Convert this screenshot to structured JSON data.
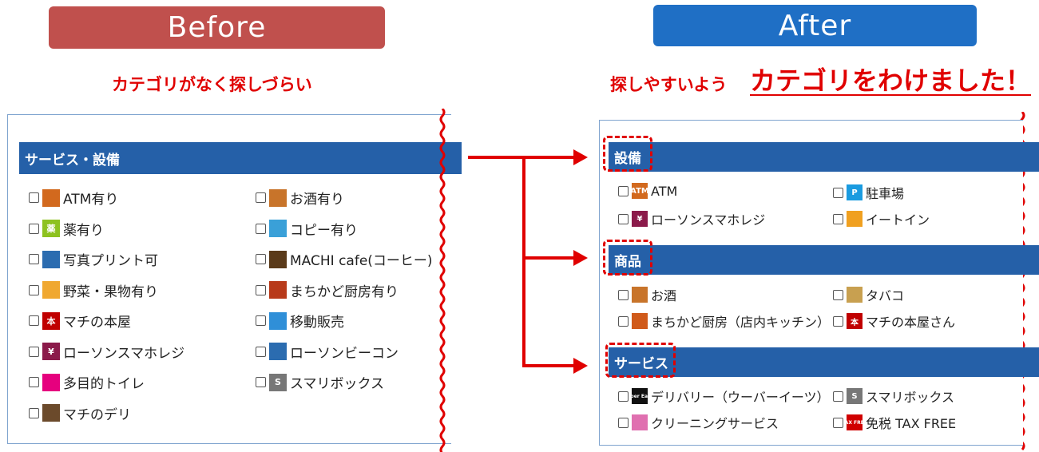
{
  "before": {
    "badge": "Before",
    "caption": "カテゴリがなく探しづらい",
    "section_title": "サービス・設備",
    "left_items": [
      {
        "label": "ATM有り",
        "icon": "atm-icon",
        "bg": "#d2691e"
      },
      {
        "label": "薬有り",
        "icon": "medicine-icon",
        "glyph": "薬",
        "bg": "#8dc21f"
      },
      {
        "label": "写真プリント可",
        "icon": "photo-print-icon",
        "bg": "#2b6cb0"
      },
      {
        "label": "野菜・果物有り",
        "icon": "vegetable-icon",
        "bg": "#f0a830"
      },
      {
        "label": "マチの本屋",
        "icon": "bookstore-icon",
        "glyph": "本",
        "bg": "#c00000"
      },
      {
        "label": "ローソンスマホレジ",
        "icon": "smartphone-register-icon",
        "glyph": "¥",
        "bg": "#8b1a4a"
      },
      {
        "label": "多目的トイレ",
        "icon": "restroom-icon",
        "bg": "#e6007e"
      },
      {
        "label": "マチのデリ",
        "icon": "deli-icon",
        "bg": "#6b4a2b"
      }
    ],
    "right_items": [
      {
        "label": "お酒有り",
        "icon": "liquor-icon",
        "bg": "#c8742a"
      },
      {
        "label": "コピー有り",
        "icon": "copy-machine-icon",
        "bg": "#3aa0d8"
      },
      {
        "label": "MACHI cafe(コーヒー)",
        "icon": "coffee-icon",
        "bg": "#5a3a1a"
      },
      {
        "label": "まちかど厨房有り",
        "icon": "kitchen-icon",
        "bg": "#b83a1a"
      },
      {
        "label": "移動販売",
        "icon": "mobile-sales-icon",
        "bg": "#2f8fd8"
      },
      {
        "label": "ローソンビーコン",
        "icon": "beacon-icon",
        "bg": "#2b6cb0"
      },
      {
        "label": "スマリボックス",
        "icon": "smari-box-icon",
        "glyph": "S",
        "bg": "#777777"
      }
    ]
  },
  "after": {
    "badge": "After",
    "caption_small": "探しやすいよう",
    "caption_big": "カテゴリをわけました！",
    "sections": [
      {
        "title": "設備",
        "items": [
          {
            "label": "ATM",
            "icon": "atm-icon",
            "glyph": "ATM",
            "bg": "#d2691e"
          },
          {
            "label": "駐車場",
            "icon": "parking-icon",
            "glyph": "P",
            "bg": "#1a9be0"
          },
          {
            "label": "ローソンスマホレジ",
            "icon": "smartphone-register-icon",
            "glyph": "¥",
            "bg": "#8b1a4a"
          },
          {
            "label": "イートイン",
            "icon": "eat-in-icon",
            "bg": "#f0a020"
          }
        ]
      },
      {
        "title": "商品",
        "items": [
          {
            "label": "お酒",
            "icon": "liquor-icon",
            "bg": "#c8742a"
          },
          {
            "label": "タバコ",
            "icon": "tobacco-icon",
            "bg": "#c8a050"
          },
          {
            "label": "まちかど厨房（店内キッチン）",
            "icon": "kitchen-icon",
            "bg": "#d05a1a"
          },
          {
            "label": "マチの本屋さん",
            "icon": "bookstore-icon",
            "glyph": "本",
            "bg": "#c00000"
          }
        ]
      },
      {
        "title": "サービス",
        "items": [
          {
            "label": "デリバリー（ウーバーイーツ）",
            "icon": "uber-eats-icon",
            "glyph": "Uber Eats",
            "bg": "#111111"
          },
          {
            "label": "スマリボックス",
            "icon": "smari-box-icon",
            "glyph": "S",
            "bg": "#777777"
          },
          {
            "label": "クリーニングサービス",
            "icon": "cleaning-icon",
            "bg": "#e070b0"
          },
          {
            "label": "免税 TAX FREE",
            "icon": "tax-free-icon",
            "glyph": "TAX FREE",
            "bg": "#d00000"
          }
        ]
      }
    ]
  },
  "colors": {
    "before_badge": "#c0504d",
    "after_badge": "#1f6fc5",
    "section_bar": "#2560a8",
    "accent_red": "#e00000"
  }
}
